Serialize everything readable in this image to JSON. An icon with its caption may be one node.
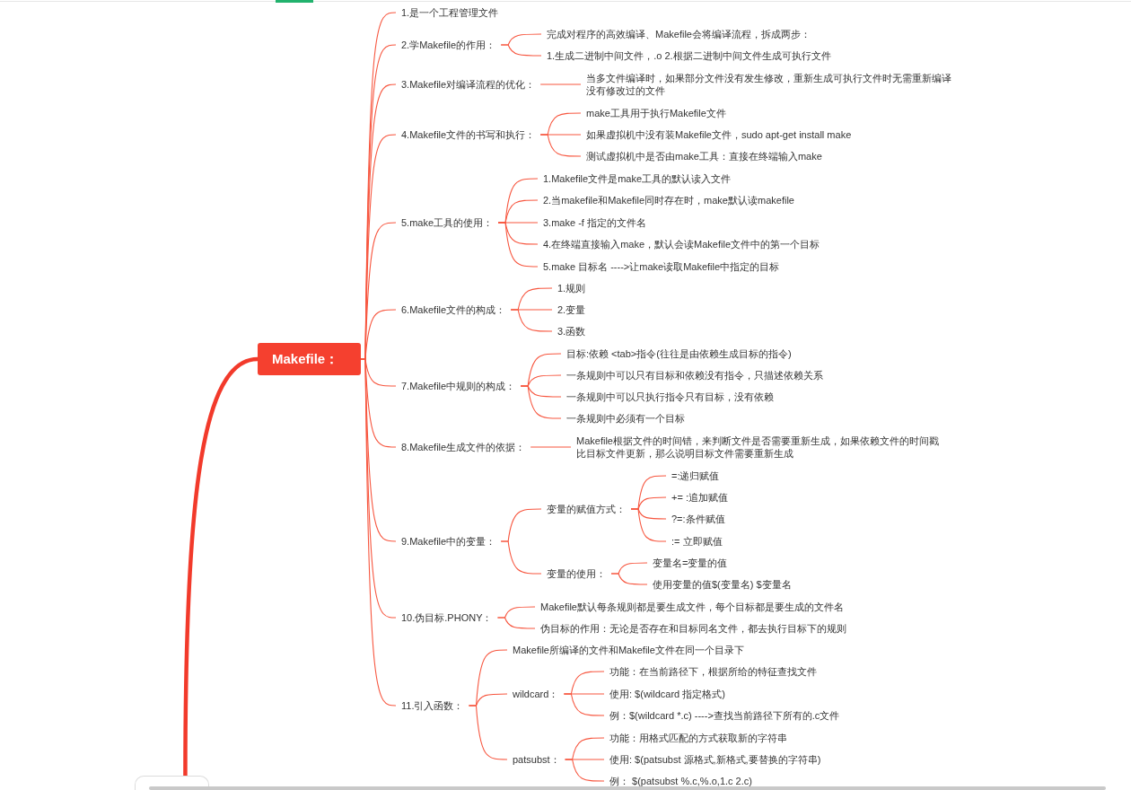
{
  "diagram": {
    "nodes": [
      {
        "text": [
          "Makefile："
        ]
      },
      {
        "text": [
          "1.是一个工程管理文件"
        ]
      },
      {
        "text": [
          "2.学Makefile的作用："
        ]
      },
      {
        "text": [
          "完成对程序的高效编译、Makefile会将编译流程，拆成两步："
        ]
      },
      {
        "text": [
          "1.生成二进制中间文件，.o 2.根据二进制中间文件生成可执行文件"
        ]
      },
      {
        "text": [
          "3.Makefile对编译流程的优化："
        ]
      },
      {
        "text": [
          "当多文件编译时，如果部分文件没有发生修改，重新生成可执行文件时无需重新编译没有修改过的文件"
        ]
      },
      {
        "text": [
          "4.Makefile文件的书写和执行："
        ]
      },
      {
        "text": [
          "make工具用于执行Makefile文件"
        ]
      },
      {
        "text": [
          "如果虚拟机中没有装Makefile文件，sudo apt-get install make"
        ]
      },
      {
        "text": [
          "测试虚拟机中是否由make工具：直接在终端输入make"
        ]
      },
      {
        "text": [
          "5.make工具的使用："
        ]
      },
      {
        "text": [
          "1.Makefile文件是make工具的默认读入文件"
        ]
      },
      {
        "text": [
          "2.当makefile和Makefile同时存在时，make默认读makefile"
        ]
      },
      {
        "text": [
          "3.make -f 指定的文件名"
        ]
      },
      {
        "text": [
          "4.在终端直接输入make，默认会读Makefile文件中的第一个目标"
        ]
      },
      {
        "text": [
          "5.make 目标名 ---->让make读取Makefile中指定的目标"
        ]
      },
      {
        "text": [
          "6.Makefile文件的构成："
        ]
      },
      {
        "text": [
          "1.规则"
        ]
      },
      {
        "text": [
          "2.变量"
        ]
      },
      {
        "text": [
          "3.函数"
        ]
      },
      {
        "text": [
          "7.Makefile中规则的构成："
        ]
      },
      {
        "text": [
          "目标:依赖 <tab>指令(往往是由依赖生成目标的指令)"
        ]
      },
      {
        "text": [
          "一条规则中可以只有目标和依赖没有指令，只描述依赖关系"
        ]
      },
      {
        "text": [
          "一条规则中可以只执行指令只有目标，没有依赖"
        ]
      },
      {
        "text": [
          "一条规则中必须有一个目标"
        ]
      },
      {
        "text": [
          "8.Makefile生成文件的依据："
        ]
      },
      {
        "text": [
          "Makefile根据文件的时间错，来判断文件是否需要重新生成，如果依赖文件的时间戳比目标文件更新，那么说明目标文件需要重新生成"
        ]
      },
      {
        "text": [
          "9.Makefile中的变量："
        ]
      },
      {
        "text": [
          "变量的赋值方式："
        ]
      },
      {
        "text": [
          "=:递归赋值"
        ]
      },
      {
        "text": [
          "+= :追加赋值"
        ]
      },
      {
        "text": [
          "?=:条件赋值"
        ]
      },
      {
        "text": [
          ":= 立即赋值"
        ]
      },
      {
        "text": [
          "变量的使用："
        ]
      },
      {
        "text": [
          "变量名=变量的值"
        ]
      },
      {
        "text": [
          "使用变量的值$(变量名) $变量名"
        ]
      },
      {
        "text": [
          "10.伪目标.PHONY："
        ]
      },
      {
        "text": [
          "Makefile默认每条规则都是要生成文件，每个目标都是要生成的文件名"
        ]
      },
      {
        "text": [
          "伪目标的作用：无论是否存在和目标同名文件，都去执行目标下的规则"
        ]
      },
      {
        "text": [
          "11.引入函数："
        ]
      },
      {
        "text": [
          "Makefile所编译的文件和Makefile文件在同一个目录下"
        ]
      },
      {
        "text": [
          "wildcard："
        ]
      },
      {
        "text": [
          "功能：在当前路径下，根据所给的特征查找文件"
        ]
      },
      {
        "text": [
          "使用: $(wildcard 指定格式)"
        ]
      },
      {
        "text": [
          "例：$(wildcard *.c) ---->查找当前路径下所有的.c文件"
        ]
      },
      {
        "text": [
          "patsubst："
        ]
      },
      {
        "text": [
          "功能：用格式匹配的方式获取新的字符串"
        ]
      },
      {
        "text": [
          "使用: $(patsubst 源格式,新格式,要替换的字符串)"
        ]
      },
      {
        "text": [
          "例： $(patsubst %.c,%.o,1.c 2.c)"
        ]
      },
      {
        "text": [],
        "shape": "box"
      }
    ],
    "edges": [
      {
        "from": 0,
        "to": 1,
        "arrow": "none"
      },
      {
        "from": 0,
        "to": 2,
        "arrow": "none"
      },
      {
        "from": 2,
        "to": 3,
        "arrow": "none"
      },
      {
        "from": 2,
        "to": 4,
        "arrow": "none"
      },
      {
        "from": 0,
        "to": 5,
        "arrow": "none"
      },
      {
        "from": 5,
        "to": 6,
        "arrow": "none"
      },
      {
        "from": 0,
        "to": 7,
        "arrow": "none"
      },
      {
        "from": 7,
        "to": 8,
        "arrow": "none"
      },
      {
        "from": 7,
        "to": 9,
        "arrow": "none"
      },
      {
        "from": 7,
        "to": 10,
        "arrow": "none"
      },
      {
        "from": 0,
        "to": 11,
        "arrow": "none"
      },
      {
        "from": 11,
        "to": 12,
        "arrow": "none"
      },
      {
        "from": 11,
        "to": 13,
        "arrow": "none"
      },
      {
        "from": 11,
        "to": 14,
        "arrow": "none"
      },
      {
        "from": 11,
        "to": 15,
        "arrow": "none"
      },
      {
        "from": 11,
        "to": 16,
        "arrow": "none"
      },
      {
        "from": 0,
        "to": 17,
        "arrow": "none"
      },
      {
        "from": 17,
        "to": 18,
        "arrow": "none"
      },
      {
        "from": 17,
        "to": 19,
        "arrow": "none"
      },
      {
        "from": 17,
        "to": 20,
        "arrow": "none"
      },
      {
        "from": 0,
        "to": 21,
        "arrow": "none"
      },
      {
        "from": 21,
        "to": 22,
        "arrow": "none"
      },
      {
        "from": 21,
        "to": 23,
        "arrow": "none"
      },
      {
        "from": 21,
        "to": 24,
        "arrow": "none"
      },
      {
        "from": 21,
        "to": 25,
        "arrow": "none"
      },
      {
        "from": 0,
        "to": 26,
        "arrow": "none"
      },
      {
        "from": 26,
        "to": 27,
        "arrow": "none"
      },
      {
        "from": 0,
        "to": 28,
        "arrow": "none"
      },
      {
        "from": 28,
        "to": 29,
        "arrow": "none"
      },
      {
        "from": 29,
        "to": 30,
        "arrow": "none"
      },
      {
        "from": 29,
        "to": 31,
        "arrow": "none"
      },
      {
        "from": 29,
        "to": 32,
        "arrow": "none"
      },
      {
        "from": 29,
        "to": 33,
        "arrow": "none"
      },
      {
        "from": 28,
        "to": 34,
        "arrow": "none"
      },
      {
        "from": 34,
        "to": 35,
        "arrow": "none"
      },
      {
        "from": 34,
        "to": 36,
        "arrow": "none"
      },
      {
        "from": 0,
        "to": 37,
        "arrow": "none"
      },
      {
        "from": 37,
        "to": 38,
        "arrow": "none"
      },
      {
        "from": 37,
        "to": 39,
        "arrow": "none"
      },
      {
        "from": 0,
        "to": 40,
        "arrow": "none"
      },
      {
        "from": 40,
        "to": 41,
        "arrow": "none"
      },
      {
        "from": 40,
        "to": 42,
        "arrow": "none"
      },
      {
        "from": 42,
        "to": 43,
        "arrow": "none"
      },
      {
        "from": 42,
        "to": 44,
        "arrow": "none"
      },
      {
        "from": 42,
        "to": 45,
        "arrow": "none"
      },
      {
        "from": 40,
        "to": 46,
        "arrow": "none"
      },
      {
        "from": 46,
        "to": 47,
        "arrow": "none"
      },
      {
        "from": 46,
        "to": 48,
        "arrow": "none"
      },
      {
        "from": 46,
        "to": 49,
        "arrow": "none"
      },
      {
        "from": 50,
        "to": 0,
        "arrow": "none",
        "style": "thick"
      }
    ]
  }
}
